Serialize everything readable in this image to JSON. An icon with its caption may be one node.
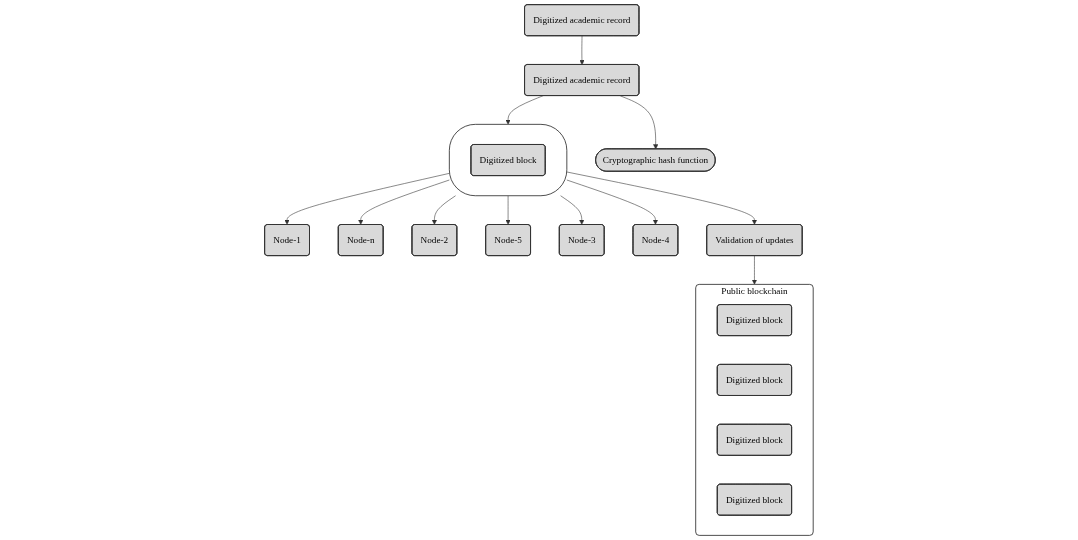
{
  "diagram": {
    "nodes": [
      {
        "text": [
          "Digitized academic record"
        ]
      },
      {
        "text": [
          "Digitized academic record"
        ]
      },
      {
        "text": [
          "Cryptographic hash function"
        ]
      },
      {
        "text": [],
        "shape": "cloud"
      },
      {
        "text": [
          "Digitized block"
        ],
        "in": 3
      },
      {
        "text": [
          "Node-1"
        ]
      },
      {
        "text": [
          "Node-n"
        ]
      },
      {
        "text": [
          "Node-2"
        ]
      },
      {
        "text": [
          "Node-5"
        ]
      },
      {
        "text": [
          "Node-3"
        ]
      },
      {
        "text": [
          "Node-4"
        ]
      },
      {
        "text": [
          "Validation of updates"
        ]
      },
      {
        "text": [
          "Public blockchain"
        ]
      },
      {
        "text": [
          "Digitized block"
        ],
        "in": 12
      },
      {
        "text": [
          "Digitized block"
        ],
        "in": 12
      },
      {
        "text": [
          "Digitized block"
        ],
        "in": 12
      },
      {
        "text": [
          "Digitized block"
        ],
        "in": 12
      }
    ],
    "edges": [
      {
        "from": 0,
        "to": 1,
        "arrow": "to"
      },
      {
        "from": 1,
        "to": 2,
        "arrow": "to"
      },
      {
        "from": 1,
        "to": 3,
        "arrow": "to"
      },
      {
        "from": 3,
        "to": 5,
        "arrow": "to"
      },
      {
        "from": 3,
        "to": 6,
        "arrow": "to"
      },
      {
        "from": 3,
        "to": 7,
        "arrow": "to"
      },
      {
        "from": 3,
        "to": 8,
        "arrow": "to"
      },
      {
        "from": 3,
        "to": 9,
        "arrow": "to"
      },
      {
        "from": 3,
        "to": 10,
        "arrow": "to"
      },
      {
        "from": 3,
        "to": 11,
        "arrow": "to"
      },
      {
        "from": 11,
        "to": 12,
        "arrow": "to"
      }
    ]
  }
}
